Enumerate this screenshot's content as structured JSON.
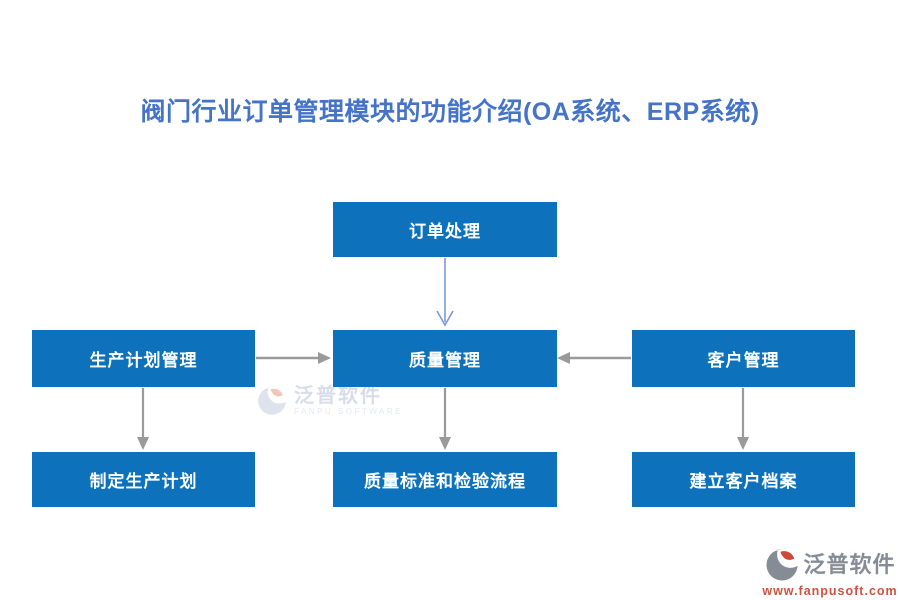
{
  "title": "阀门行业订单管理模块的功能介绍(OA系统、ERP系统)",
  "colors": {
    "title": "#4473c8",
    "node_bg": "#0d72bb",
    "node_text": "#ffffff",
    "arrow_gray": "#9a9a9a",
    "arrow_blue": "#7b97dd",
    "logo_gray": "#868c96",
    "logo_red": "#cf5240",
    "watermark_gray": "#d7dcea",
    "watermark_pink": "#f0c3b8"
  },
  "diagram": {
    "nodes": [
      {
        "id": "order-processing",
        "label": "订单处理"
      },
      {
        "id": "production-plan-management",
        "label": "生产计划管理"
      },
      {
        "id": "quality-management",
        "label": "质量管理"
      },
      {
        "id": "customer-management",
        "label": "客户管理"
      },
      {
        "id": "formulate-production-plan",
        "label": "制定生产计划"
      },
      {
        "id": "quality-standards-and-inspection-process",
        "label": "质量标准和检验流程"
      },
      {
        "id": "establish-customer-files",
        "label": "建立客户档案"
      }
    ],
    "edges": [
      {
        "from": "order-processing",
        "to": "quality-management",
        "style": "thin-blue"
      },
      {
        "from": "production-plan-management",
        "to": "quality-management",
        "style": "gray"
      },
      {
        "from": "customer-management",
        "to": "quality-management",
        "style": "gray"
      },
      {
        "from": "production-plan-management",
        "to": "formulate-production-plan",
        "style": "gray"
      },
      {
        "from": "quality-management",
        "to": "quality-standards-and-inspection-process",
        "style": "gray"
      },
      {
        "from": "customer-management",
        "to": "establish-customer-files",
        "style": "gray"
      }
    ]
  },
  "watermark": {
    "brand": "泛普软件",
    "subtitle": "FANPU SOFTWARE"
  },
  "footer_logo": {
    "brand": "泛普软件",
    "url": "www.fanpusoft.com"
  }
}
